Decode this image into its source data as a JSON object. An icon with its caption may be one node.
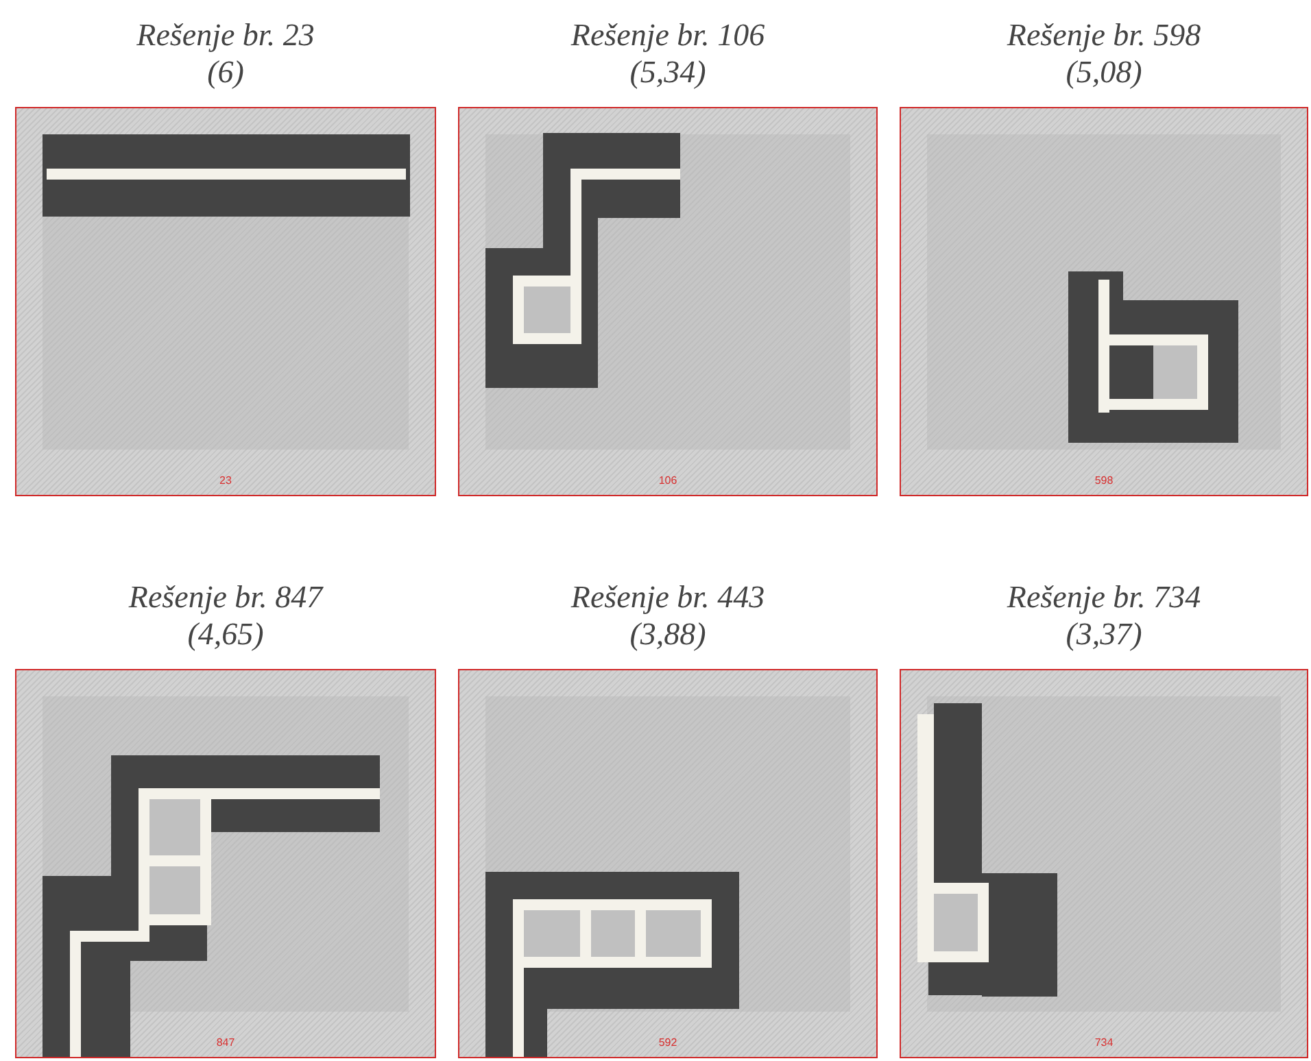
{
  "diagram": {
    "nodes": [
      {
        "text": [
          "Rešenje br. 23",
          "(6)",
          "23"
        ]
      },
      {
        "text": [
          "Rešenje br. 106",
          "(5,34)",
          "106"
        ]
      },
      {
        "text": [
          "Rešenje br. 598",
          "(5,08)",
          "598"
        ]
      },
      {
        "text": [
          "Rešenje br. 847",
          "(4,65)",
          "847"
        ]
      },
      {
        "text": [
          "Rešenje br. 443",
          "(3,88)",
          "592"
        ]
      },
      {
        "text": [
          "Rešenje br. 734",
          "(3,37)",
          "734"
        ]
      }
    ]
  }
}
